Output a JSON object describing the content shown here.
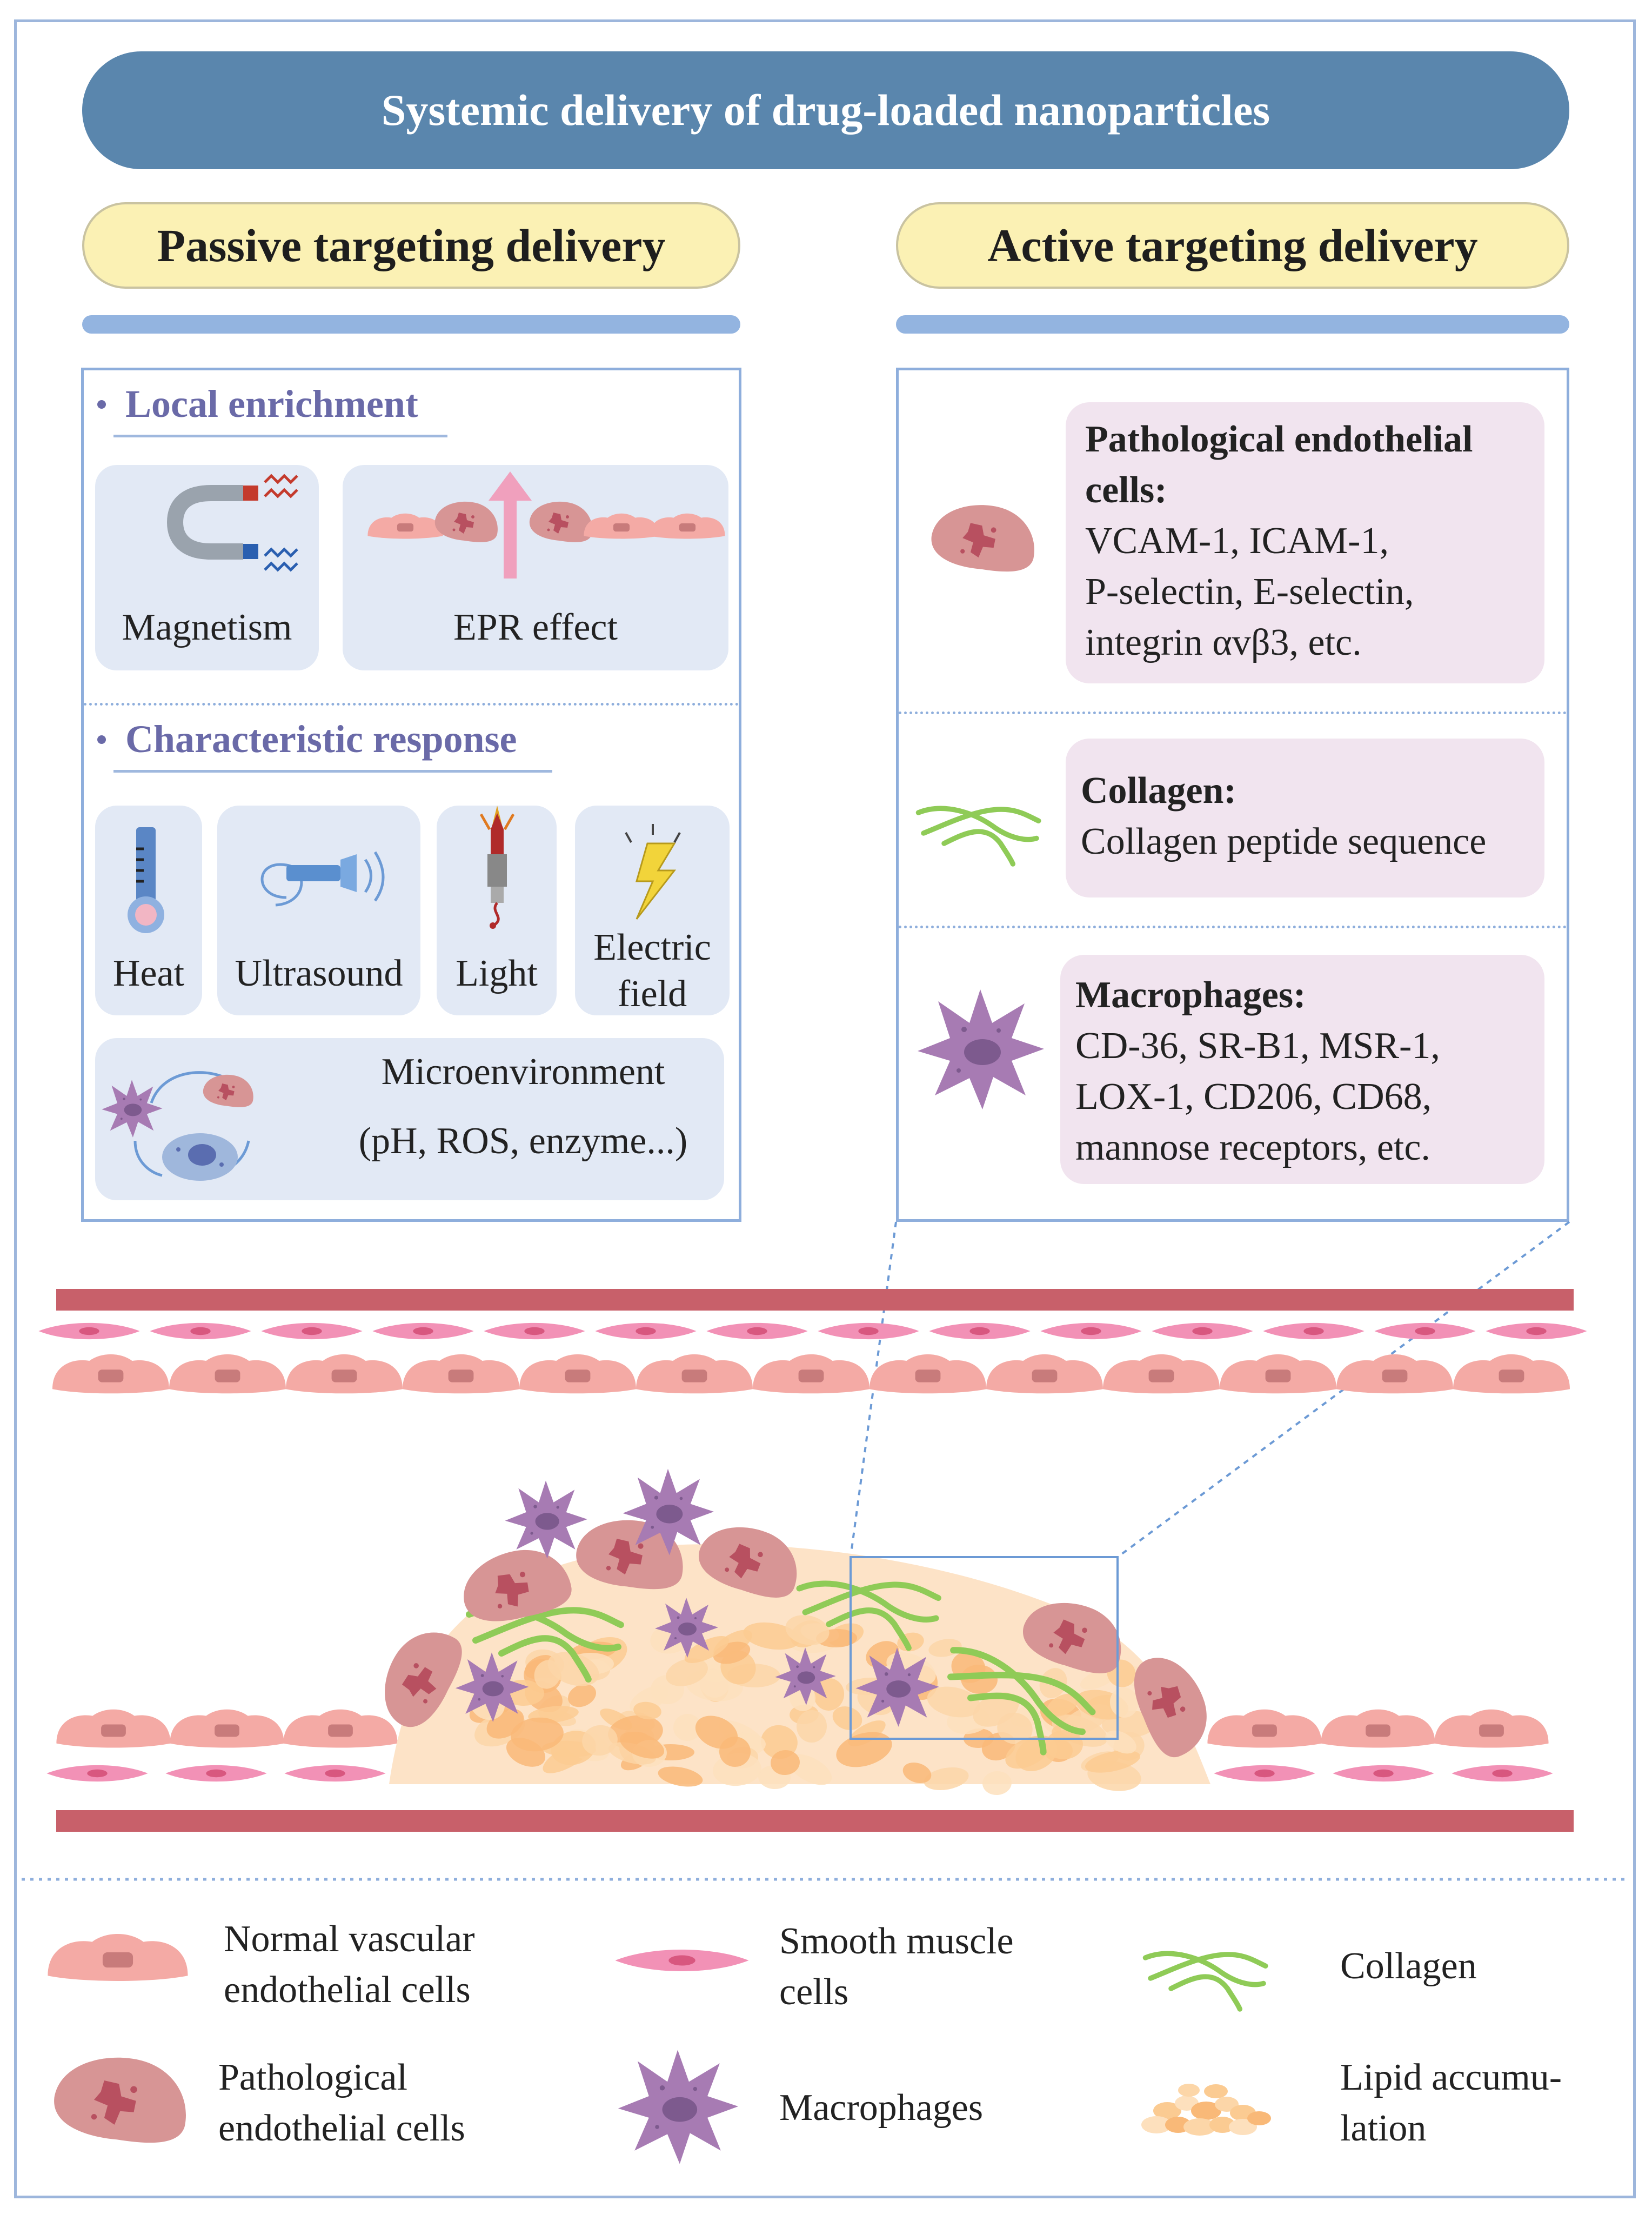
{
  "title": "Systemic delivery of drug-loaded nanoparticles",
  "passive": {
    "title": "Passive targeting delivery",
    "local_heading": "Local enrichment",
    "magnetism": "Magnetism",
    "epr": "EPR effect",
    "response_heading": "Characteristic response",
    "heat": "Heat",
    "ultrasound": "Ultrasound",
    "light": "Light",
    "electric_line1": "Electric",
    "electric_line2": "field",
    "micro_line1": "Microenvironment",
    "micro_line2": "(pH, ROS, enzyme...)"
  },
  "active": {
    "title": "Active targeting delivery",
    "pathological_title": "Pathological endothelial cells:",
    "pathological_line1": "VCAM-1, ICAM-1,",
    "pathological_line2": "P-selectin, E-selectin,",
    "pathological_line3": "integrin αvβ3, etc.",
    "collagen_title": "Collagen:",
    "collagen_line1": "Collagen peptide sequence",
    "macrophage_title": "Macrophages:",
    "macrophage_line1": "CD-36, SR-B1, MSR-1,",
    "macrophage_line2": "LOX-1, CD206, CD68,",
    "macrophage_line3": "mannose receptors, etc."
  },
  "legend": {
    "normal_line1": "Normal vascular",
    "normal_line2": "endothelial cells",
    "smooth_line1": "Smooth muscle",
    "smooth_line2": "cells",
    "collagen": "Collagen",
    "patho_line1": "Pathological",
    "patho_line2": "endothelial cells",
    "macrophages": "Macrophages",
    "lipid_line1": "Lipid accumu-",
    "lipid_line2": "lation"
  },
  "colors": {
    "banner": "#5a86ad",
    "pill": "#fbf1b4",
    "vessel_wall": "#c8606a",
    "normal_cell": "#f4aaa5",
    "smooth_muscle": "#f291b6",
    "pathological_cell": "#d79595",
    "macrophage": "#a77bb3",
    "collagen": "#8fcb57",
    "lipid": "#fbcb92"
  }
}
